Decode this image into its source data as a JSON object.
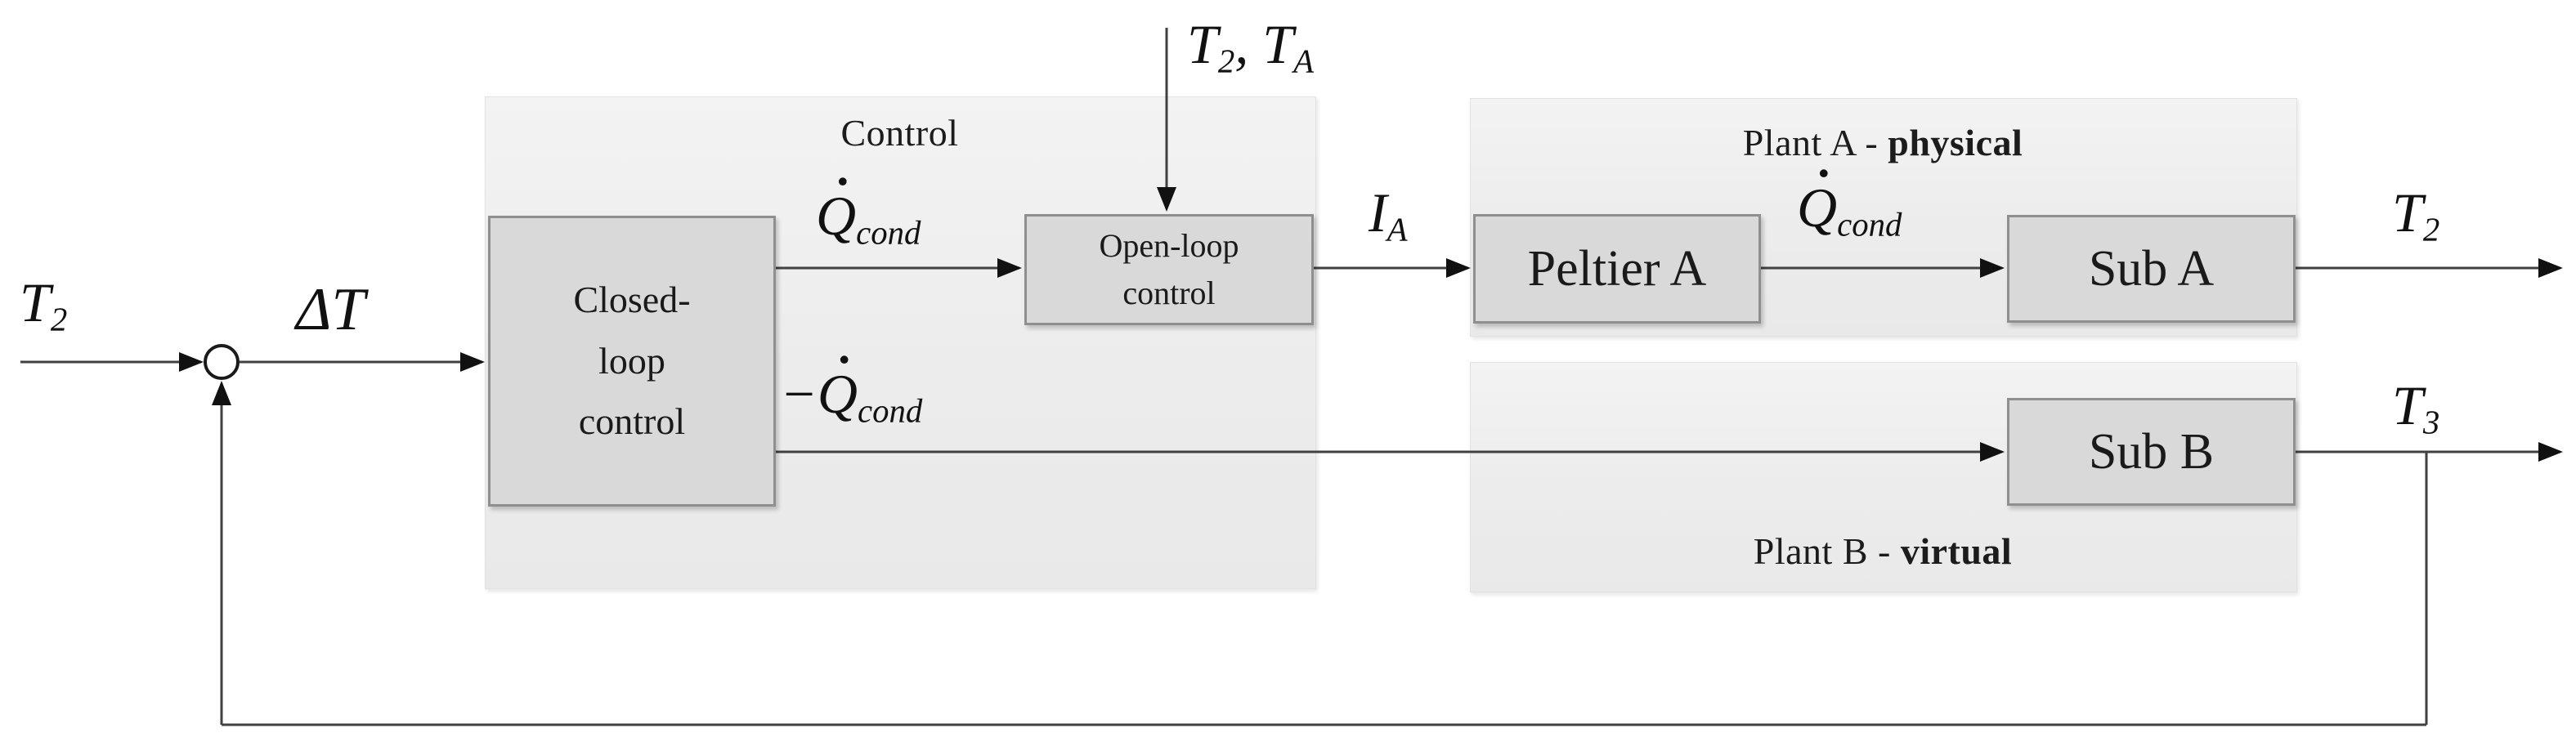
{
  "diagram": {
    "background": "#ffffff",
    "container_fill": "#ececec",
    "block_fill": "#d9d9d9",
    "block_border": "#8f8f8f",
    "wire_color": "#404040",
    "arrowhead_color": "#111111",
    "text_color": "#1a1a1a"
  },
  "containers": {
    "control": {
      "label": "Control"
    },
    "plant_a": {
      "label_prefix": "Plant A - ",
      "label_bold": "physical"
    },
    "plant_b": {
      "label_prefix": "Plant B - ",
      "label_bold": "virtual"
    }
  },
  "blocks": {
    "closed_loop": {
      "line1": "Closed-",
      "line2": "loop",
      "line3": "control"
    },
    "open_loop": {
      "line1": "Open-loop",
      "line2": "control"
    },
    "peltier_a": {
      "label": "Peltier A"
    },
    "sub_a": {
      "label": "Sub A"
    },
    "sub_b": {
      "label": "Sub B"
    }
  },
  "signals": {
    "t2_in": {
      "base": "T",
      "sub": "2"
    },
    "delta_t": {
      "base": "ΔT"
    },
    "qcond_upper": {
      "dot": "˙",
      "base": "Q",
      "sub": "cond"
    },
    "t2_ta": {
      "base1": "T",
      "sub1": "2",
      "comma": ", ",
      "base2": "T",
      "sub2": "A"
    },
    "i_a": {
      "base": "I",
      "sub": "A"
    },
    "qcond_plant": {
      "dot": "˙",
      "base": "Q",
      "sub": "cond"
    },
    "t2_out": {
      "base": "T",
      "sub": "2"
    },
    "minus_qcond": {
      "minus": "−",
      "dot": "˙",
      "base": "Q",
      "sub": "cond"
    },
    "t3_out": {
      "base": "T",
      "sub": "3"
    }
  }
}
